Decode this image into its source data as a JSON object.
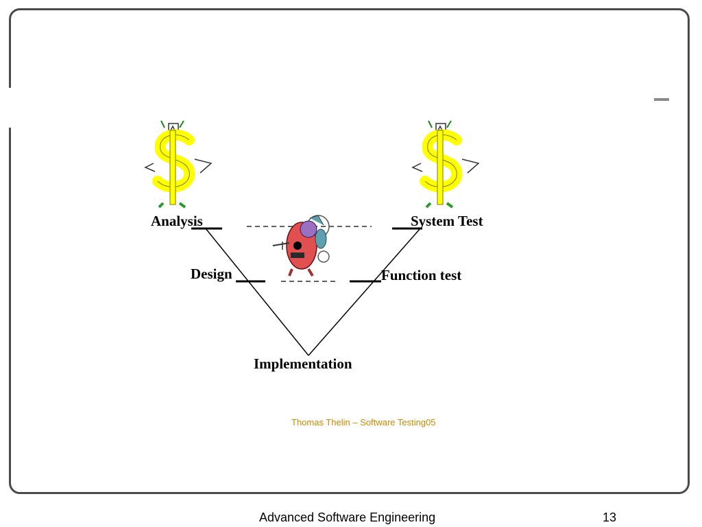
{
  "diagram": {
    "labels": {
      "analysis": "Analysis",
      "design": "Design",
      "implementation": "Implementation",
      "system_test": "System Test",
      "function_test": "Function test"
    },
    "caption": "Thomas Thelin – Software Testing05",
    "colors": {
      "dollar_yellow": "#ffff00",
      "caption_text": "#c88a00",
      "line": "#000000"
    },
    "icons": [
      "dollar-mascot-icon",
      "dollar-mascot-icon",
      "bug-tester-icon"
    ]
  },
  "footer": {
    "course_title": "Advanced Software Engineering",
    "page_number": "13"
  }
}
